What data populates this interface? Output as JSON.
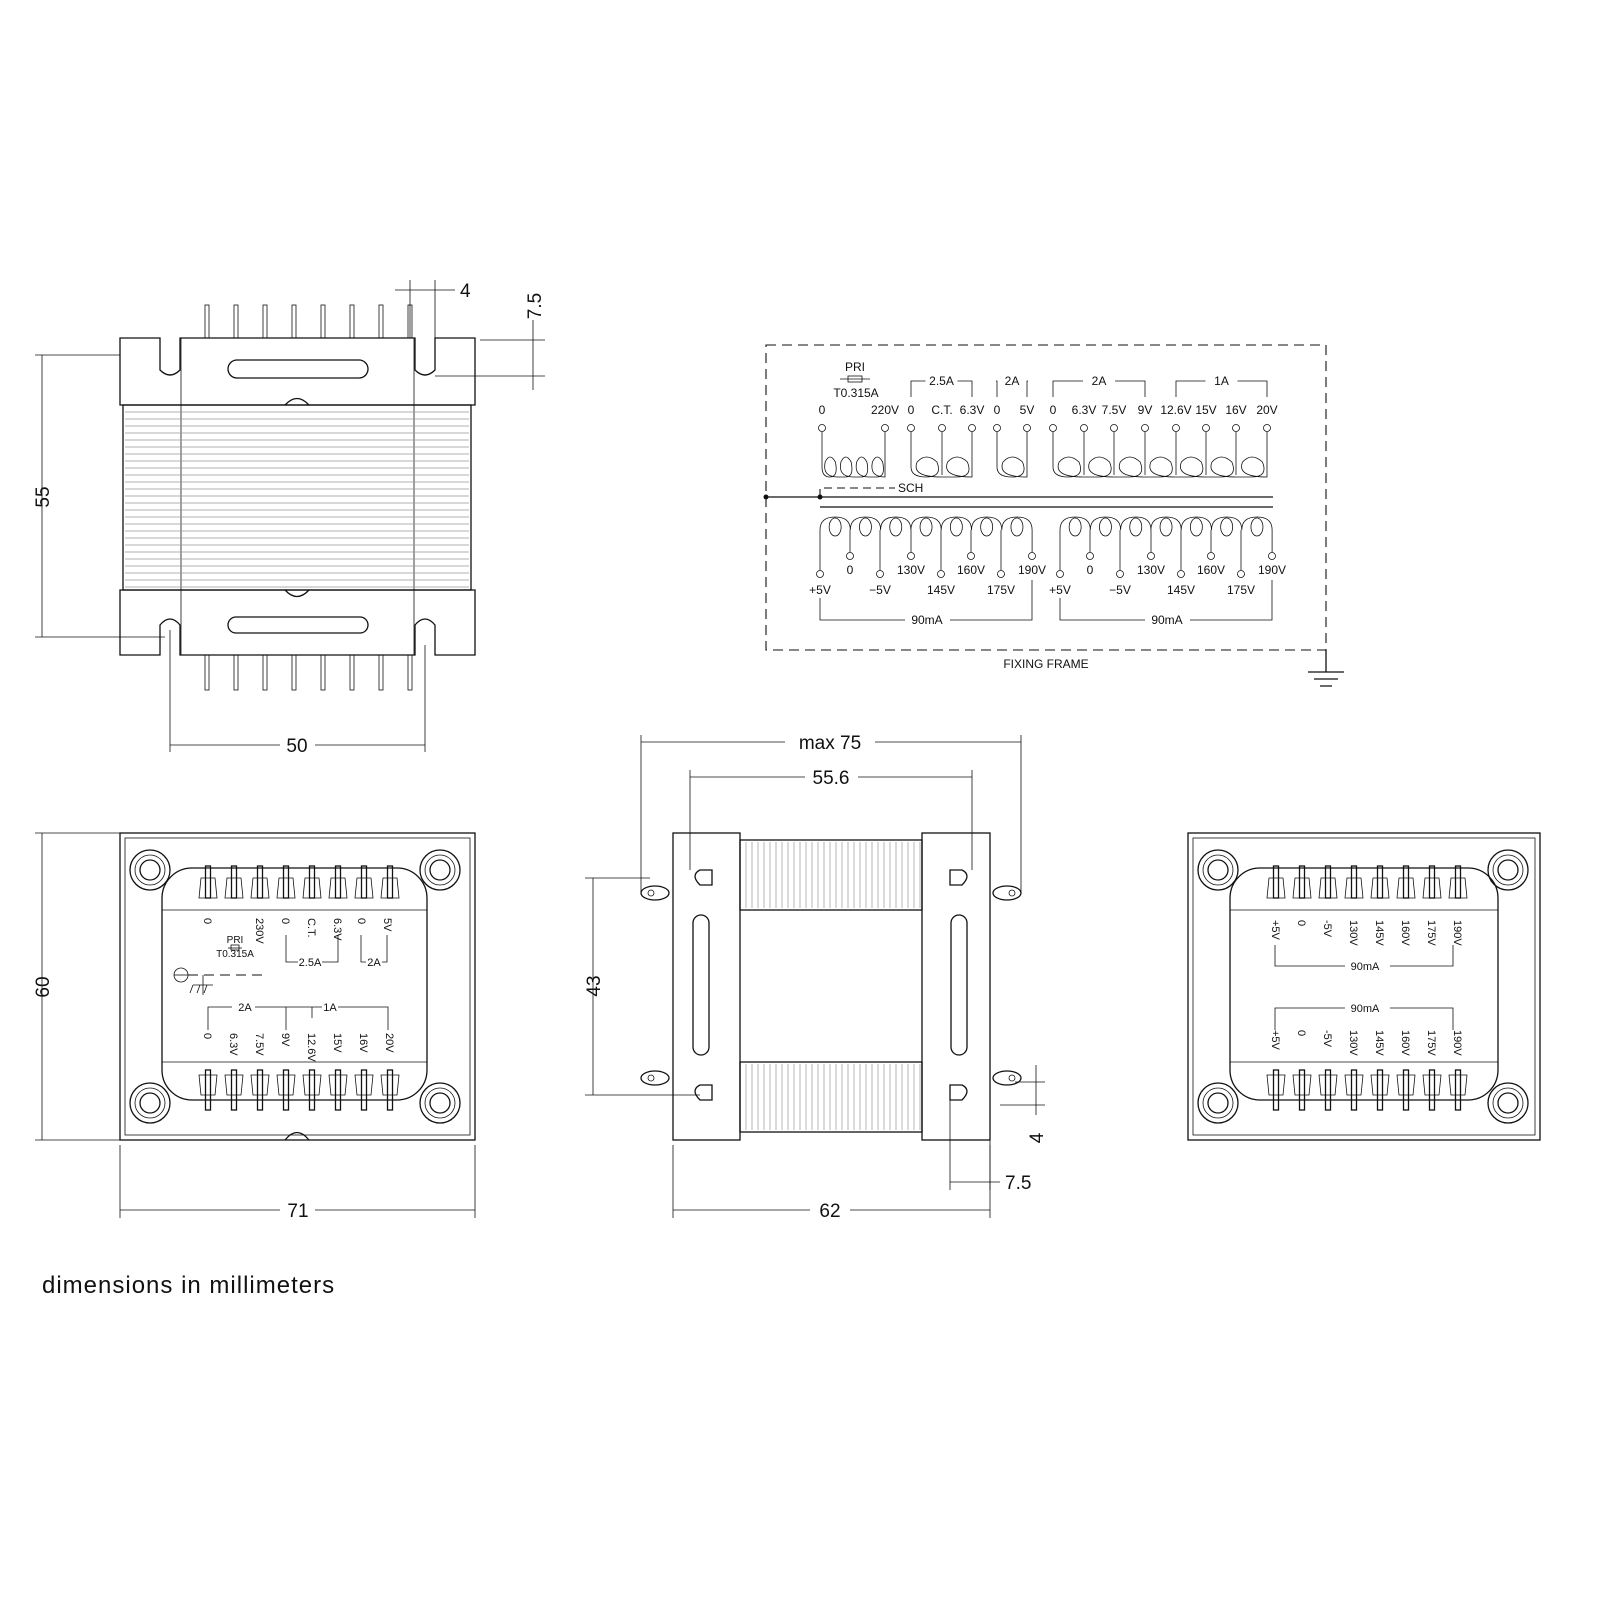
{
  "footer_note": "dimensions in millimeters",
  "top_view_dims": {
    "pin_width": "4",
    "bracket_offset": "7.5",
    "height": "55",
    "pin_span": "50"
  },
  "front_view_dims": {
    "height": "60",
    "width": "71"
  },
  "side_view_dims": {
    "max_width": "max 75",
    "frame_width": "55.6",
    "mount_spacing": "43",
    "base_width": "62",
    "lug_offset": "7.5",
    "lug_size": "4"
  },
  "schematic": {
    "primary_label": "PRI",
    "fuse_label": "T0.315A",
    "top_groups": [
      "2.5A",
      "2A",
      "2A",
      "1A"
    ],
    "top_terminals": [
      "0",
      "220V",
      "0",
      "C.T.",
      "6.3V",
      "0",
      "5V",
      "0",
      "6.3V",
      "7.5V",
      "9V",
      "12.6V",
      "15V",
      "16V",
      "20V"
    ],
    "shield_label": "SCH",
    "bottom_terminals": [
      "+5V",
      "0",
      "−5V",
      "130V",
      "145V",
      "160V",
      "175V",
      "190V"
    ],
    "bottom_current": "90mA",
    "frame_label": "FIXING FRAME"
  },
  "front_panel": {
    "top_labels": [
      "0",
      "230V",
      "0",
      "C.T.",
      "6.3V",
      "0",
      "5V"
    ],
    "pri_label": "PRI",
    "fuse_label": "T0.315A",
    "group_a": "2.5A",
    "group_b": "2A",
    "bottom_labels": [
      "0",
      "6.3V",
      "7.5V",
      "9V",
      "12.6V",
      "15V",
      "16V",
      "20V"
    ],
    "bottom_group_a": "2A",
    "bottom_group_b": "1A"
  },
  "rear_panel": {
    "labels": [
      "+5V",
      "0",
      "-5V",
      "130V",
      "145V",
      "160V",
      "175V",
      "190V"
    ],
    "current": "90mA"
  }
}
